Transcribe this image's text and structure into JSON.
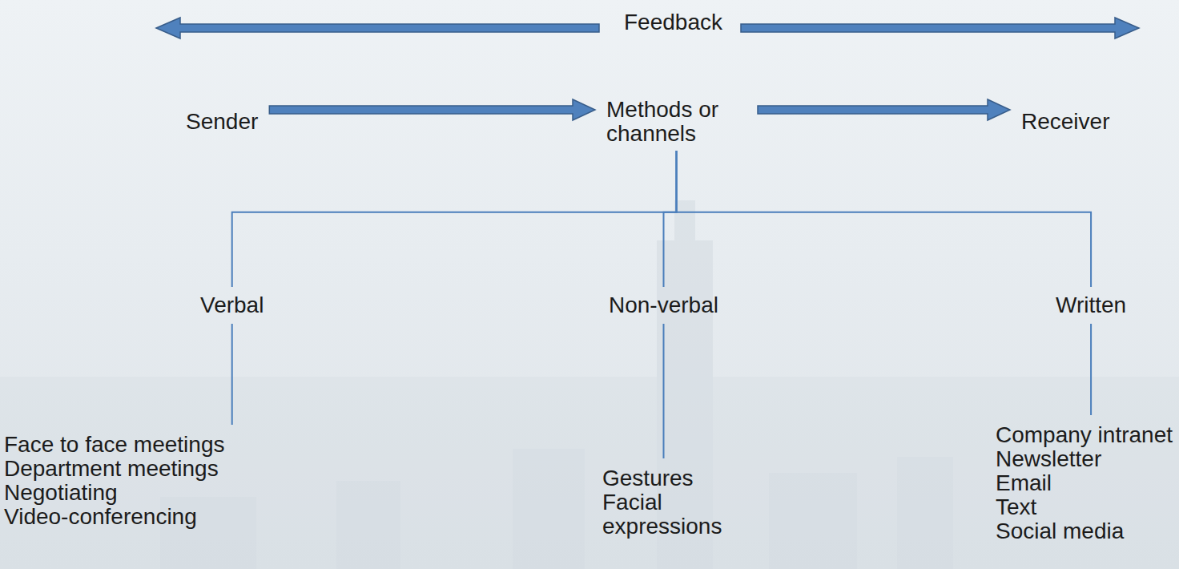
{
  "diagram": {
    "nodes": [
      {
        "text": [
          "Sender"
        ]
      },
      {
        "text": [
          "Methods or channels"
        ]
      },
      {
        "text": [
          "Receiver"
        ]
      },
      {
        "text": [
          "Verbal"
        ]
      },
      {
        "text": [
          "Non-verbal"
        ]
      },
      {
        "text": [
          "Written"
        ]
      },
      {
        "text": [
          "Face to face meetings",
          "Department meetings",
          "Negotiating",
          "Video-conferencing"
        ]
      },
      {
        "text": [
          "Gestures",
          "Facial expressions"
        ]
      },
      {
        "text": [
          "Company intranet",
          "Newsletter",
          "Email",
          "Text",
          "Social media"
        ]
      }
    ],
    "edges": [
      {
        "from": 0,
        "to": 1,
        "arrow": "to"
      },
      {
        "from": 1,
        "to": 2,
        "arrow": "to"
      },
      {
        "from": 1,
        "to": 3,
        "arrow": "none"
      },
      {
        "from": 1,
        "to": 4,
        "arrow": "none"
      },
      {
        "from": 1,
        "to": 5,
        "arrow": "none"
      },
      {
        "from": 3,
        "to": 6,
        "arrow": "none"
      },
      {
        "from": 4,
        "to": 7,
        "arrow": "none"
      },
      {
        "from": 5,
        "to": 8,
        "arrow": "none"
      }
    ],
    "labels": [
      "Feedback"
    ]
  }
}
